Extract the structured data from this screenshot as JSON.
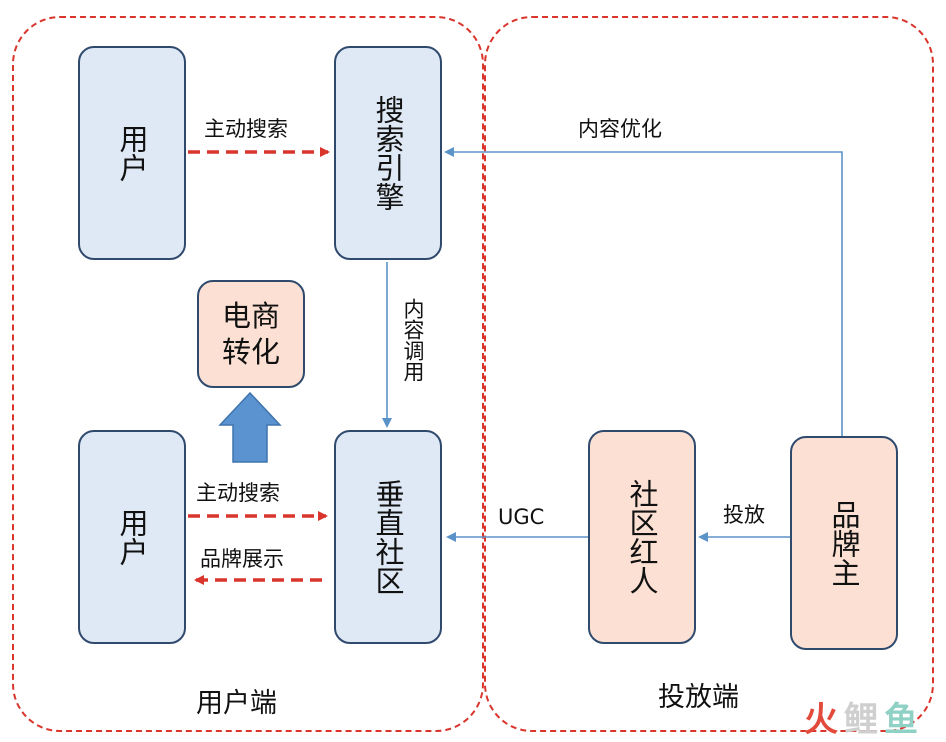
{
  "zones": {
    "user_side": "用户端",
    "placement_side": "投放端"
  },
  "nodes": {
    "user_top": "用户",
    "search_engine": "搜索引擎",
    "ecommerce": "电商\n转化",
    "user_bottom": "用户",
    "vertical_community": "垂直社区",
    "community_kol": "社区红人",
    "brand_owner": "品牌主"
  },
  "edges": {
    "active_search_top": "主动搜索",
    "content_optimization": "内容优化",
    "content_retrieval": "内容调用",
    "active_search_bottom": "主动搜索",
    "brand_display": "品牌展示",
    "ugc": "UGC",
    "placement": "投放"
  },
  "watermark": {
    "part1": "火",
    "part2": "鲤",
    "part3": "鱼"
  },
  "colors": {
    "dashed_red": "#d9352c",
    "link_blue": "#5b93c9",
    "node_blue": "#dfe9f5",
    "node_peach": "#fbe0d3",
    "node_border": "#2f4a6d",
    "up_arrow": "#5b93d0"
  }
}
